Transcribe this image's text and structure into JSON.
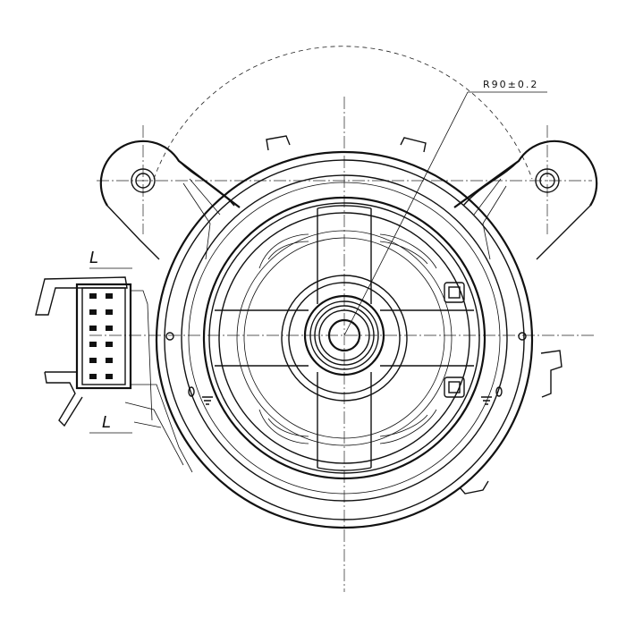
{
  "annotations": {
    "radius_callout": "R90±0.2",
    "dimension_top": "L",
    "dimension_bottom": "L"
  }
}
